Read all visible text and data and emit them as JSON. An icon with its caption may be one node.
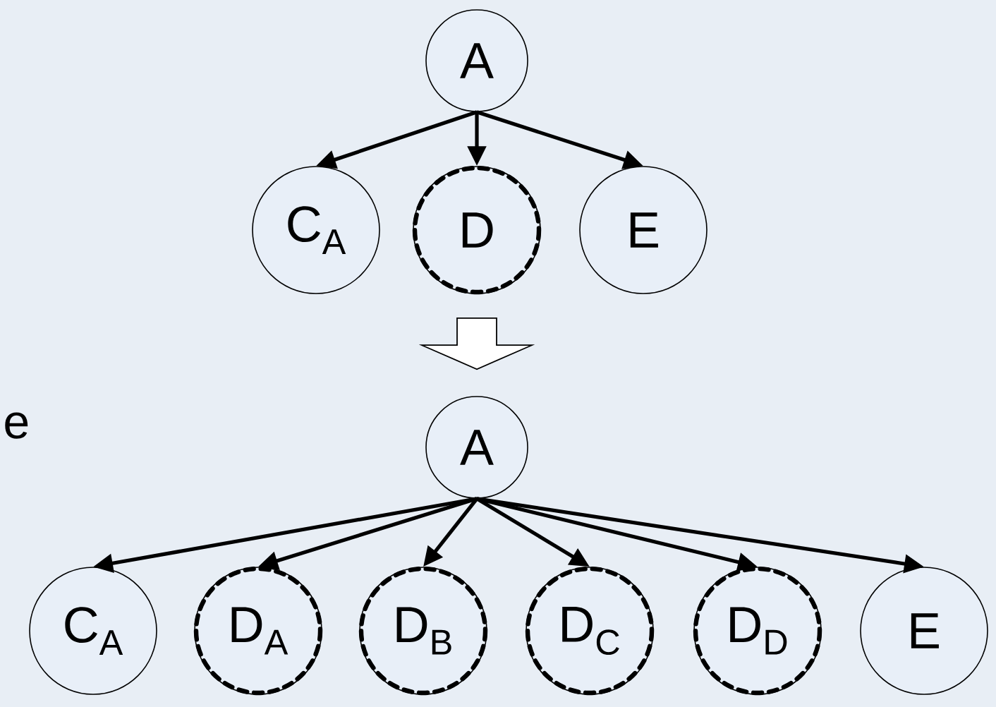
{
  "diagram": {
    "nodes": [
      {
        "text": [
          "A"
        ]
      },
      {
        "text": [
          "C$_{A}$"
        ]
      },
      {
        "text": [
          "D"
        ]
      },
      {
        "text": [
          "E"
        ]
      },
      {
        "text": [
          "A"
        ]
      },
      {
        "text": [
          "C$_{A}$"
        ]
      },
      {
        "text": [
          "D$_{A}$"
        ]
      },
      {
        "text": [
          "D$_{B}$"
        ]
      },
      {
        "text": [
          "D$_{C}$"
        ]
      },
      {
        "text": [
          "D$_{D}$"
        ]
      },
      {
        "text": [
          "E"
        ]
      }
    ],
    "edges": [
      {
        "from": 0,
        "to": 1,
        "arrow": "to"
      },
      {
        "from": 0,
        "to": 2,
        "arrow": "to"
      },
      {
        "from": 0,
        "to": 3,
        "arrow": "to"
      },
      {
        "from": 2,
        "to": 4,
        "arrow": "to",
        "style": "thick"
      },
      {
        "from": 4,
        "to": 5,
        "arrow": "to"
      },
      {
        "from": 4,
        "to": 6,
        "arrow": "to"
      },
      {
        "from": 4,
        "to": 7,
        "arrow": "to"
      },
      {
        "from": 4,
        "to": 8,
        "arrow": "to"
      },
      {
        "from": 4,
        "to": 9,
        "arrow": "to"
      },
      {
        "from": 4,
        "to": 10,
        "arrow": "to"
      }
    ],
    "labels": [
      "e"
    ]
  }
}
